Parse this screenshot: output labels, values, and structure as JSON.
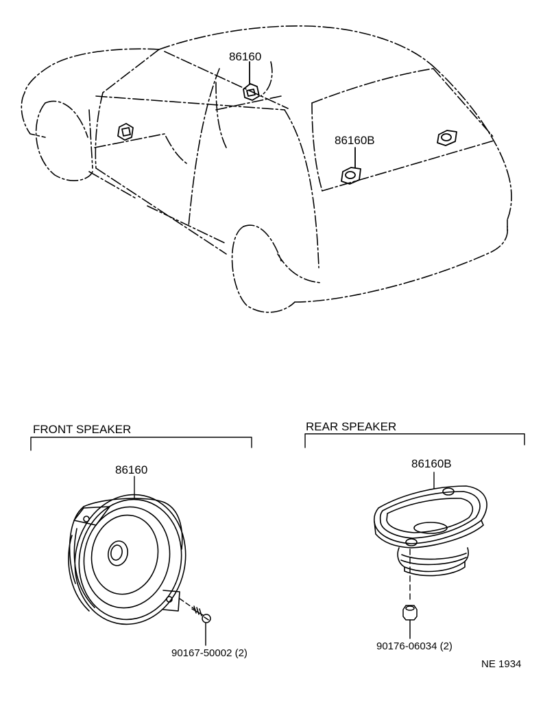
{
  "car_view": {
    "callout_front": "86160",
    "callout_rear": "86160B"
  },
  "front_speaker": {
    "section_title": "FRONT SPEAKER",
    "part_number": "86160",
    "screw_part": "90167-50002 (2)"
  },
  "rear_speaker": {
    "section_title": "REAR SPEAKER",
    "part_number": "86160B",
    "nut_part": "90176-06034 (2)"
  },
  "figure_code": "NE 1934"
}
